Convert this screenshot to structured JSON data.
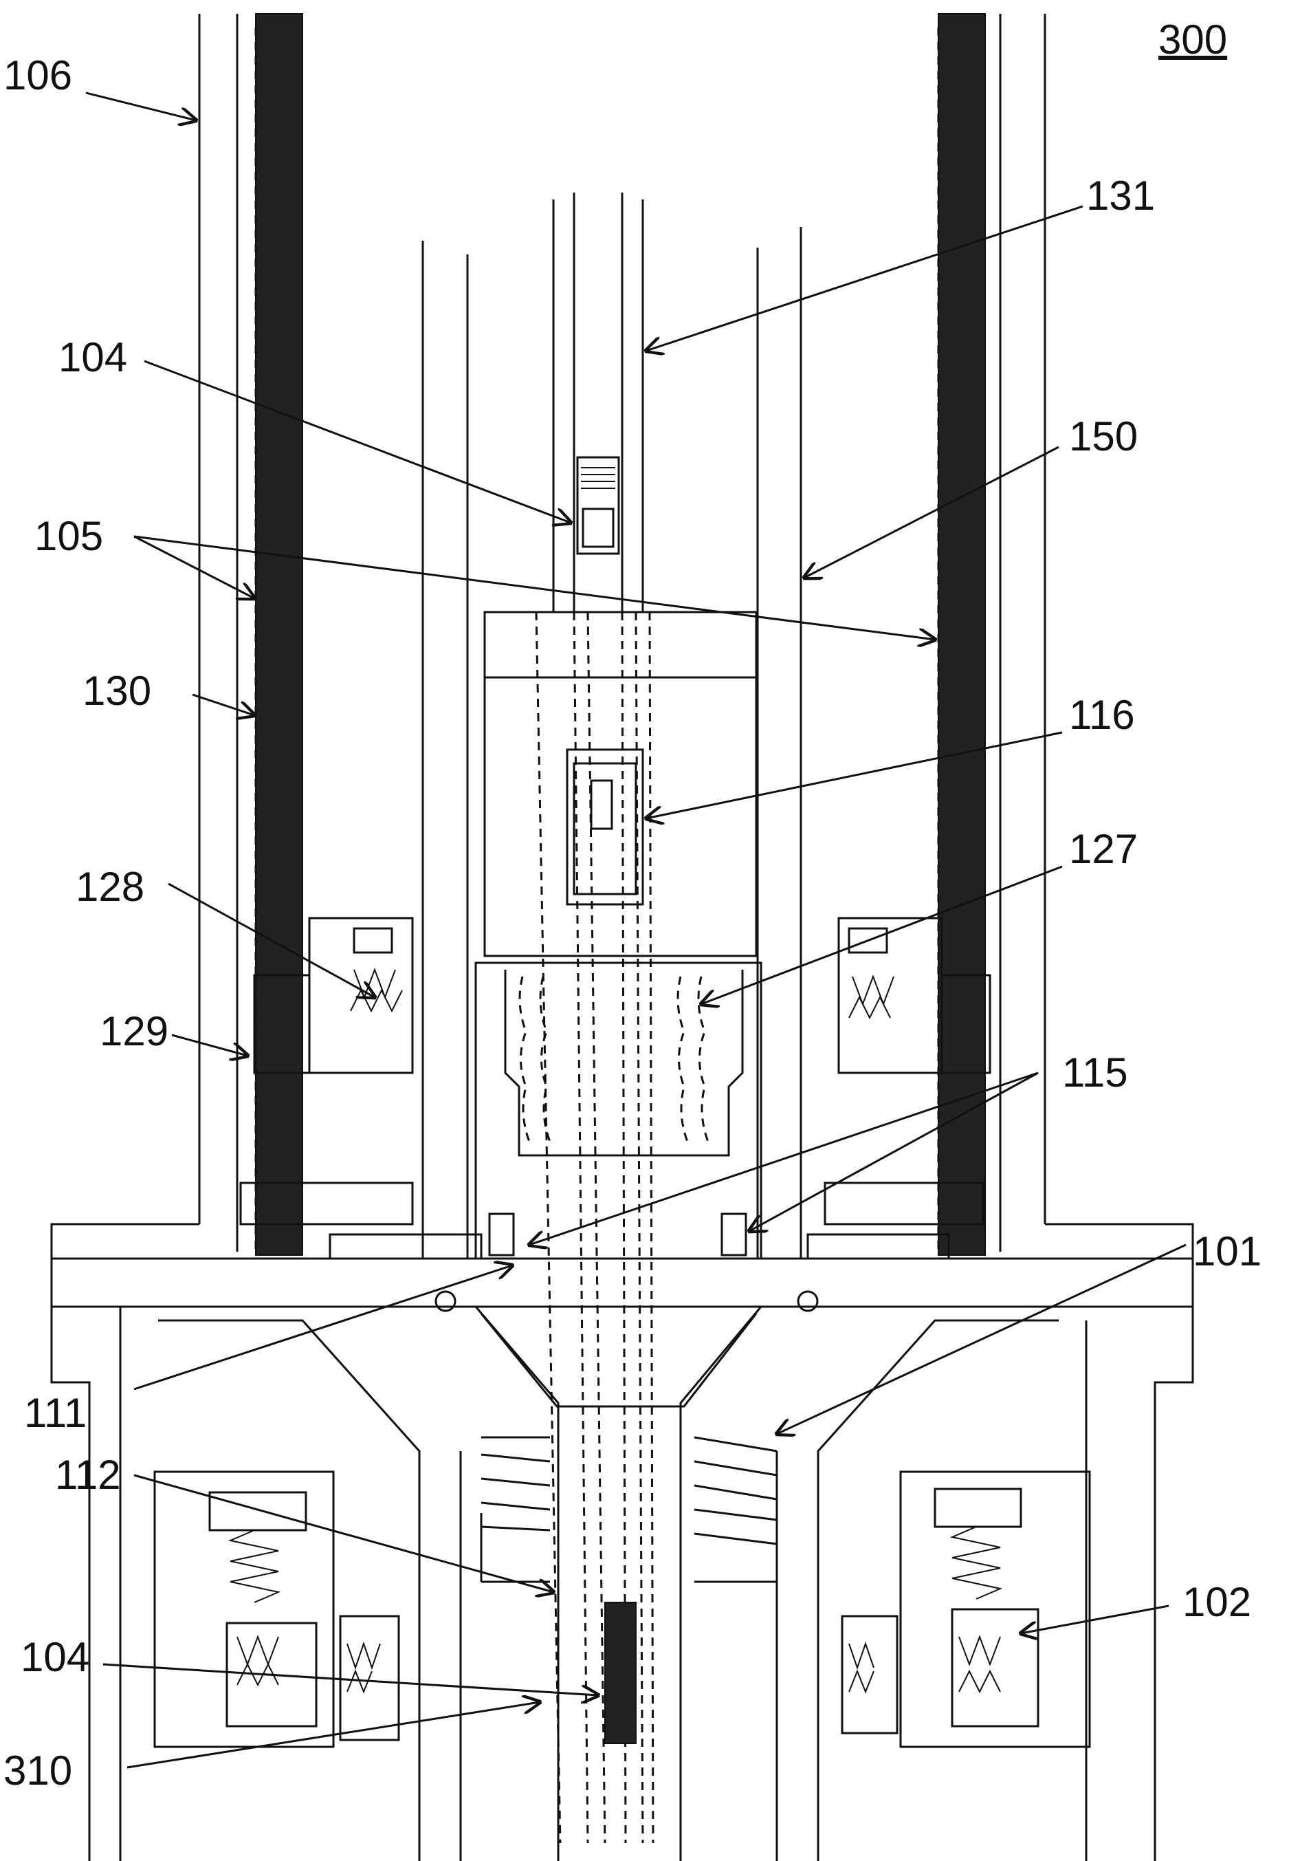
{
  "figure_label": "300",
  "labels": {
    "l106": "106",
    "l131": "131",
    "l104a": "104",
    "l150": "150",
    "l105": "105",
    "l130": "130",
    "l116": "116",
    "l127": "127",
    "l128": "128",
    "l129": "129",
    "l115": "115",
    "l101": "101",
    "l111": "111",
    "l112": "112",
    "l104b": "104",
    "l102": "102",
    "l310": "310"
  },
  "colors": {
    "line": "#111111",
    "dark_bar": "#222222",
    "background": "#ffffff"
  }
}
